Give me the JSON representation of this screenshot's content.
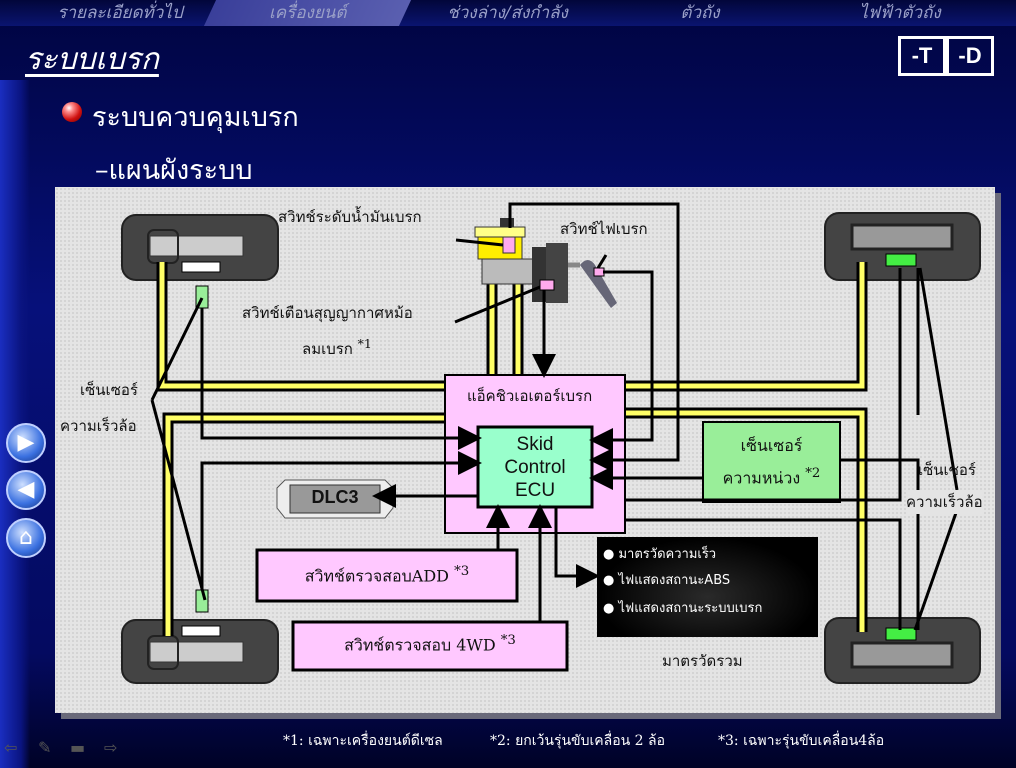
{
  "nav": {
    "tabs": [
      "รายละเอียดทั่วไป",
      "เครื่องยนต์",
      "ช่วงล่าง/ส่งกำลัง",
      "ตัวถัง",
      "ไฟฟ้าตัวถัง"
    ],
    "active": 1
  },
  "header": {
    "title": "ระบบเบรก",
    "btn_t": "-T",
    "btn_d": "-D"
  },
  "content": {
    "heading": "ระบบควบคุมเบรก",
    "subheading": "แผนผังระบบ",
    "dash": "–"
  },
  "diagram": {
    "fluid_level_switch": "สวิทช์ระดับน้ำมันเบรก",
    "stop_light_switch": "สวิทช์ไฟเบรก",
    "vacuum_warning_switch_1": "สวิทช์เตือนสุญญากาศหม้อ",
    "vacuum_warning_switch_2": "ลมเบรก",
    "vacuum_note": "*1",
    "speed_sensor_left_1": "เซ็นเซอร์",
    "speed_sensor_left_2": "ความเร็วล้อ",
    "speed_sensor_right_1": "เซ็นเซอร์",
    "speed_sensor_right_2": "ความเร็วล้อ",
    "actuator": "แอ็คชิวเอเตอร์เบรก",
    "ecu_1": "Skid",
    "ecu_2": "Control",
    "ecu_3": "ECU",
    "decel_sensor_1": "เซ็นเซอร์",
    "decel_sensor_2": "ความหน่วง",
    "decel_note": "*2",
    "dlc3": "DLC3",
    "add_switch": "สวิทช์ตรวจสอบADD",
    "add_note": "*3",
    "wd_switch": "สวิทช์ตรวจสอบ 4WD",
    "wd_note": "*3",
    "meter_items": [
      "มาตรวัดความเร็ว",
      "ไฟแสดงสถานะABS",
      "ไฟแสดงสถานะระบบเบรก"
    ],
    "meter_label": "มาตรวัดรวม"
  },
  "footnotes": [
    "*1: เฉพาะเครื่องยนต์ดีเซล",
    "*2: ยกเว้นรุ่นขับเคลื่อน 2 ล้อ",
    "*3: เฉพาะรุ่นขับเคลื่อน4ล้อ"
  ],
  "side_nav": {
    "next": "▶",
    "prev": "◀",
    "home": "⌂"
  },
  "toolbar": {
    "back": "⇦",
    "pen": "✎",
    "menu": "▬",
    "forward": "⇨"
  },
  "colors": {
    "yellow": "#ffff66",
    "pink": "#ffc8ff",
    "ecu": "#99ffcc",
    "decel": "#99ee99"
  }
}
